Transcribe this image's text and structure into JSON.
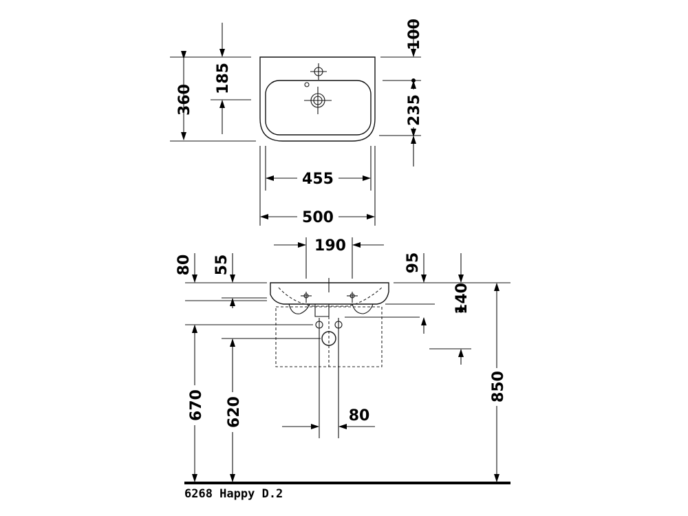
{
  "caption": "6268 Happy D.2",
  "plan_view": {
    "dims": {
      "d100": "100",
      "d185": "185",
      "d360": "360",
      "d235": "235",
      "d455": "455",
      "d500": "500"
    }
  },
  "side_view": {
    "dims": {
      "d190": "190",
      "d80a": "80",
      "d55": "55",
      "d95": "95",
      "d140": "140",
      "d670": "670",
      "d620": "620",
      "d850": "850",
      "d80b": "80"
    }
  }
}
